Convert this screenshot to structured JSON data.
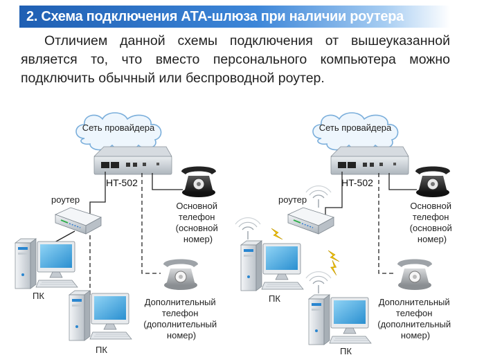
{
  "heading": {
    "title": "2. Схема подключения АТА-шлюза при наличии роутера"
  },
  "intro_text": "Отличием данной схемы подключения от вышеуказанной является то, что вместо персонального компьютера можно подключить обычный или беспроводной роутер.",
  "diagrams": [
    {
      "cloud_label": "Сеть провайдера",
      "gateway_label": "HT-502",
      "router_label": "роутер",
      "main_phone_label": [
        "Основной",
        "телефон",
        "(основной",
        "номер)"
      ],
      "extra_phone_label": [
        "Дополнительный",
        "телефон",
        "(дополнительный",
        "номер)"
      ],
      "pc1_label": "ПК",
      "pc2_label": "ПК",
      "wireless": false
    },
    {
      "cloud_label": "Сеть провайдера",
      "gateway_label": "HT-502",
      "router_label": "роутер",
      "main_phone_label": [
        "Основной",
        "телефон",
        "(основной",
        "номер)"
      ],
      "extra_phone_label": [
        "Дополнительный",
        "телефон",
        "(дополнительный",
        "номер)"
      ],
      "pc1_label": "ПК",
      "pc2_label": "ПК",
      "wireless": true
    }
  ],
  "colors": {
    "title_bar": "#2a6cc4",
    "cloud_fill": "#eef6fd",
    "cloud_stroke": "#7aaedb",
    "cable": "#222222",
    "lightning": "#f2c200"
  }
}
